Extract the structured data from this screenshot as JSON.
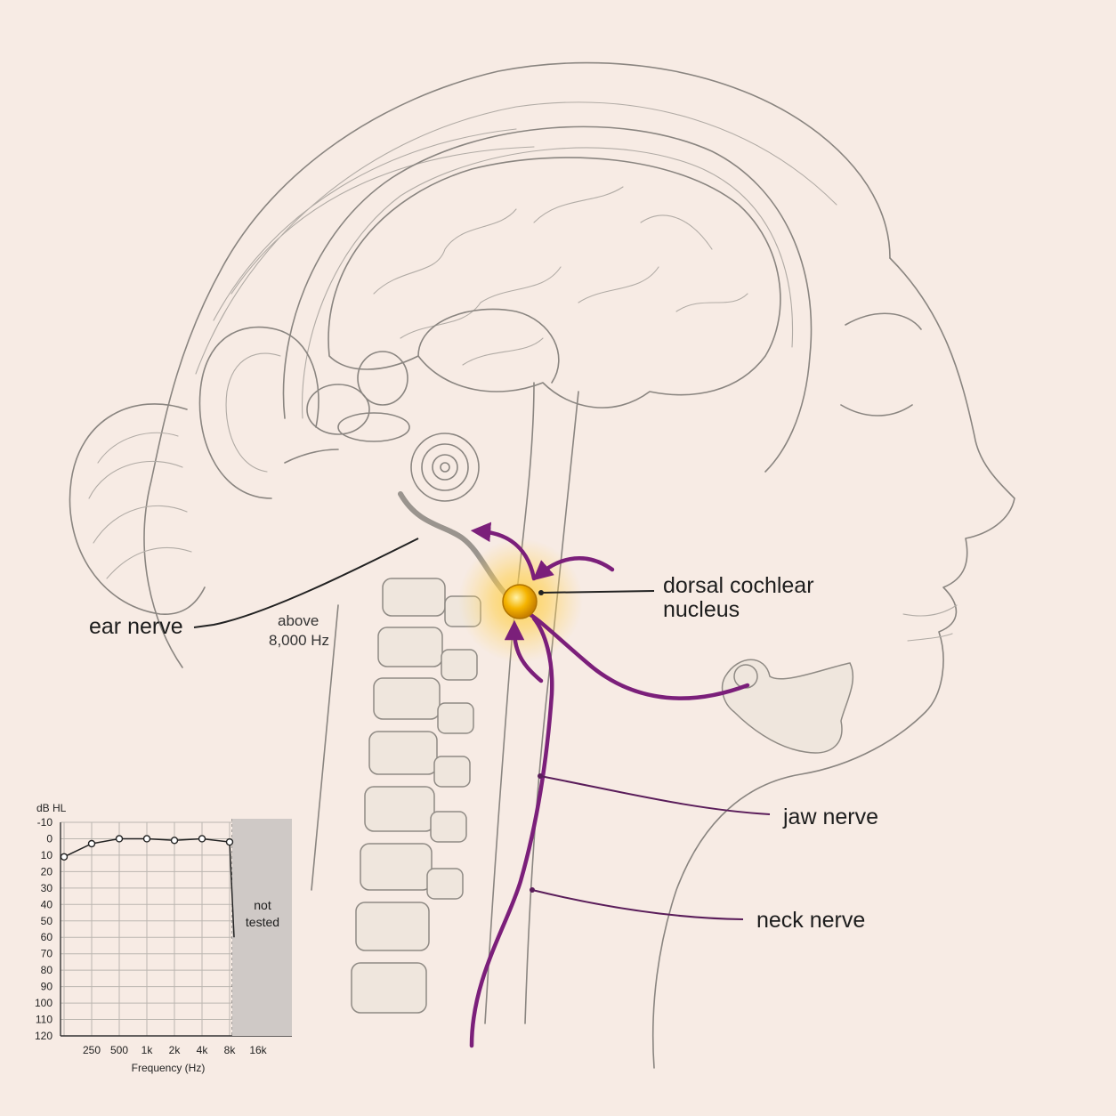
{
  "labels": {
    "ear_nerve": "ear nerve",
    "above_line1": "above",
    "above_line2": "8,000 Hz",
    "dcn_line1": "dorsal cochlear",
    "dcn_line2": "nucleus",
    "jaw_nerve": "jaw nerve",
    "neck_nerve": "neck nerve"
  },
  "colors": {
    "background": "#f7ebe4",
    "nerve": "#7b1f7a",
    "nucleus": "#f5b400",
    "not_tested_fill": "#cfc9c6"
  },
  "chart_data": {
    "type": "line",
    "ylabel": "dB HL",
    "xlabel": "Frequency (Hz)",
    "y_ticks": [
      "-10",
      "0",
      "10",
      "20",
      "30",
      "40",
      "50",
      "60",
      "70",
      "80",
      "90",
      "100",
      "110",
      "120"
    ],
    "ylim": [
      -10,
      120
    ],
    "y_inverted": true,
    "x_ticks": [
      "250",
      "500",
      "1k",
      "2k",
      "4k",
      "8k",
      "16k"
    ],
    "x": [
      "125",
      "250",
      "500",
      "1k",
      "2k",
      "4k",
      "8k"
    ],
    "values": [
      11,
      3,
      0,
      0,
      1,
      0,
      2
    ],
    "not_tested_label_line1": "not",
    "not_tested_label_line2": "tested",
    "grid": true
  }
}
